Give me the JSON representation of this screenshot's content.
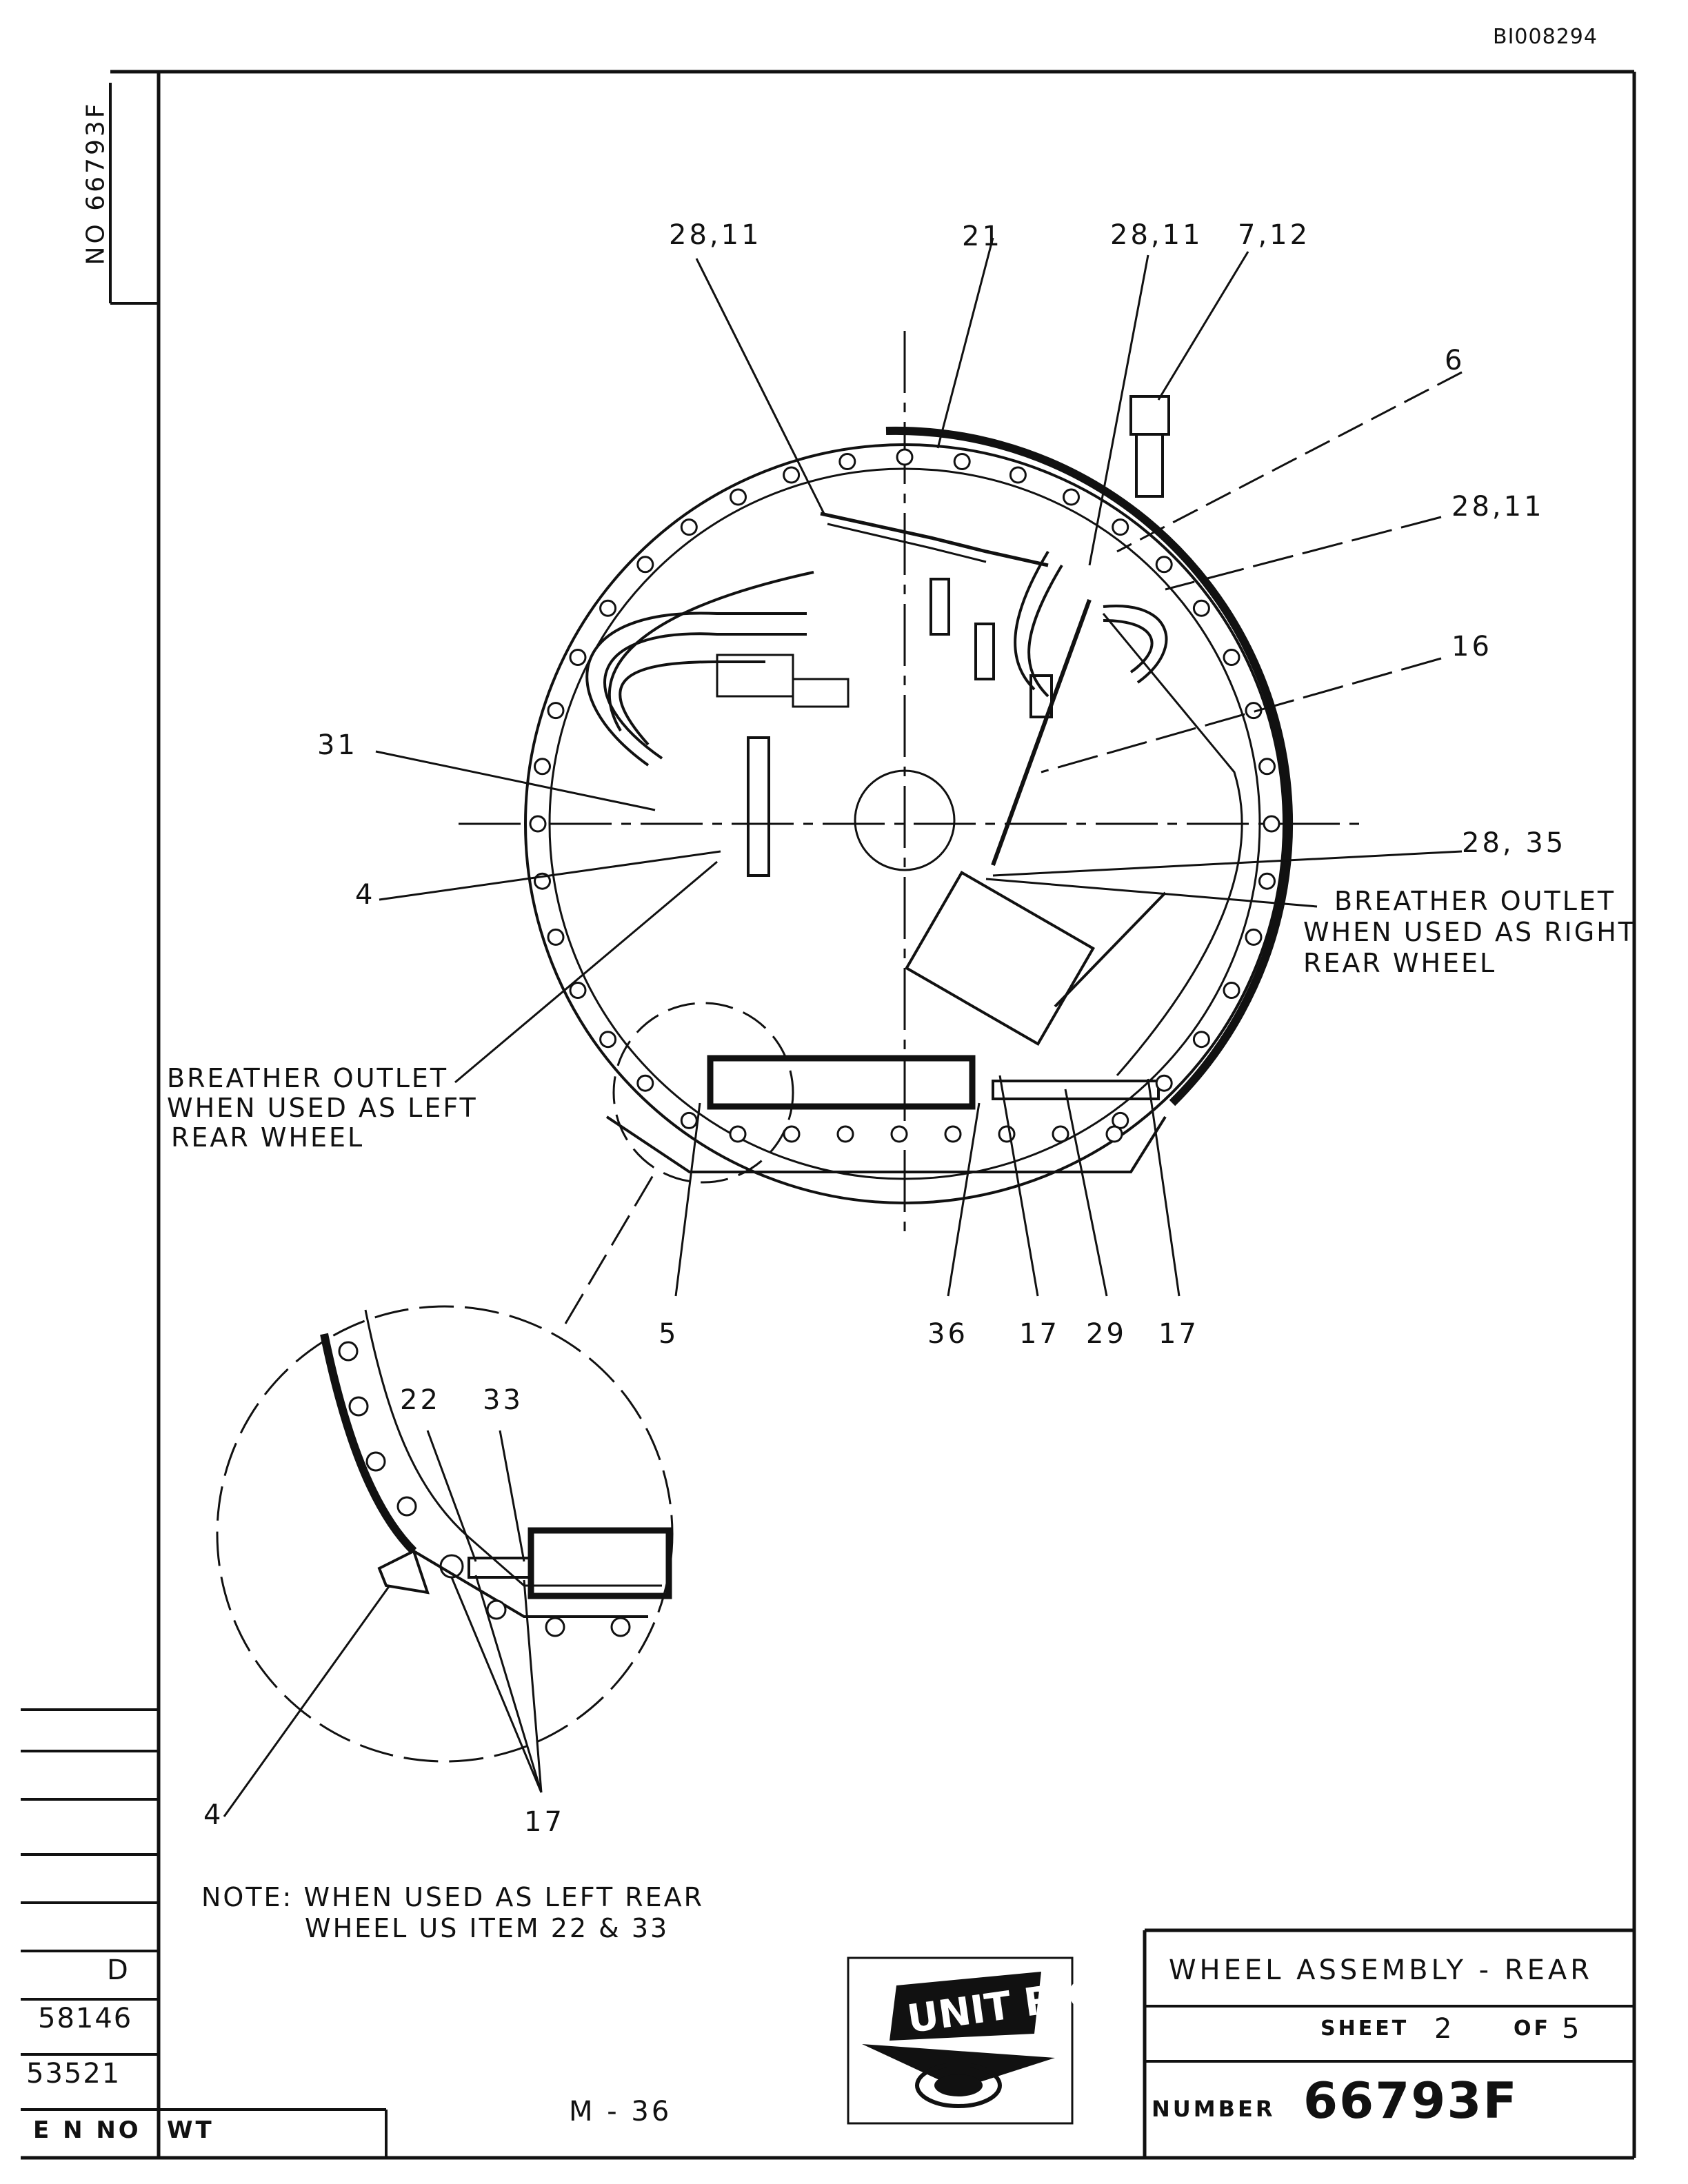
{
  "document_id": "BI008294",
  "side_drawing_number": "NO 66793F",
  "callouts": {
    "c_28_11_a": "28,11",
    "c_21": "21",
    "c_28_11_b": "28,11",
    "c_7_12": "7,12",
    "c_6": "6",
    "c_28_11_c": "28,11",
    "c_16": "16",
    "c_31": "31",
    "c_4_main": "4",
    "c_28_35": "28, 35",
    "c_5": "5",
    "c_36": "36",
    "c_17_a": "17",
    "c_29": "29",
    "c_17_b": "17",
    "c_22": "22",
    "c_33": "33",
    "c_4_detail": "4",
    "c_17_detail": "17"
  },
  "notes": {
    "breather_right_1": "BREATHER OUTLET",
    "breather_right_2": "WHEN USED AS RIGHT",
    "breather_right_3": "REAR WHEEL",
    "breather_left_1": "BREATHER OUTLET",
    "breather_left_2": "WHEN USED AS LEFT",
    "breather_left_3": "REAR WHEEL",
    "note_1": "NOTE: WHEN  USED AS LEFT REAR",
    "note_2": "WHEEL US ITEM 22 & 33"
  },
  "revision_block": {
    "letter": "D",
    "rev_1": "58146",
    "rev_2": "53521",
    "en_no": "E N NO",
    "wt": "WT"
  },
  "page_code": "M - 36",
  "logo_text": "UNIT RIG",
  "title_block": {
    "title": "WHEEL  ASSEMBLY - REAR",
    "sheet_label": "SHEET",
    "sheet_num": "2",
    "of_label": "OF",
    "sheet_total": "5",
    "number_label": "NUMBER",
    "number": "66793F"
  }
}
